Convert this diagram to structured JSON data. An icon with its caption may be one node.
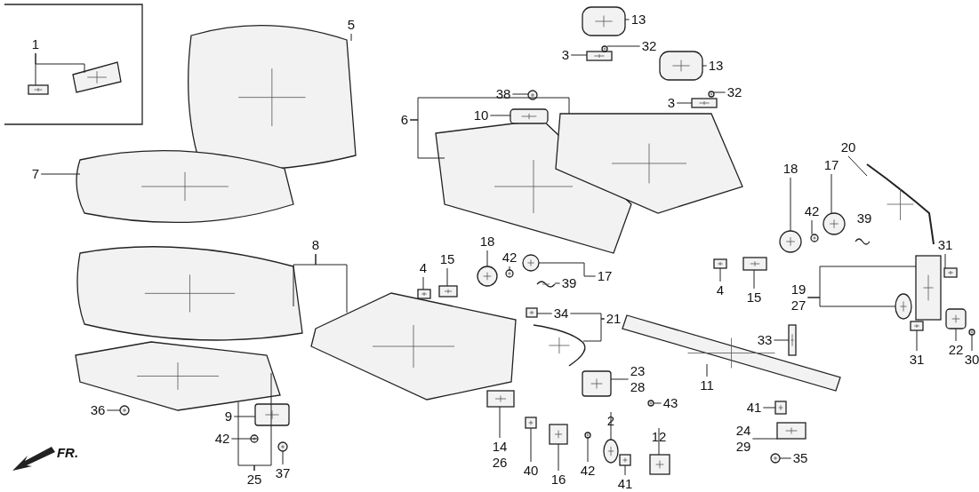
{
  "diagram": {
    "nodes": [
      {
        "text": [
          "1"
        ]
      },
      {
        "text": [
          "5"
        ]
      },
      {
        "text": [
          "7"
        ]
      },
      {
        "text": [
          "6"
        ]
      },
      {
        "text": [
          "13"
        ]
      },
      {
        "text": [
          "32"
        ]
      },
      {
        "text": [
          "3"
        ]
      },
      {
        "text": [
          "13"
        ]
      },
      {
        "text": [
          "32"
        ]
      },
      {
        "text": [
          "3"
        ]
      },
      {
        "text": [
          "38"
        ]
      },
      {
        "text": [
          "10"
        ]
      },
      {
        "text": [
          "20"
        ]
      },
      {
        "text": [
          "18"
        ]
      },
      {
        "text": [
          "17"
        ]
      },
      {
        "text": [
          "42"
        ]
      },
      {
        "text": [
          "8"
        ]
      },
      {
        "text": [
          "4"
        ]
      },
      {
        "text": [
          "15"
        ]
      },
      {
        "text": [
          "18"
        ]
      },
      {
        "text": [
          "42"
        ]
      },
      {
        "text": [
          "17"
        ]
      },
      {
        "text": [
          "39"
        ]
      },
      {
        "text": [
          "34"
        ]
      },
      {
        "text": [
          "21"
        ]
      },
      {
        "text": [
          "4"
        ]
      },
      {
        "text": [
          "15"
        ]
      },
      {
        "text": [
          "31"
        ]
      },
      {
        "text": [
          "19",
          "27"
        ]
      },
      {
        "text": [
          "31"
        ]
      },
      {
        "text": [
          "22"
        ]
      },
      {
        "text": [
          "30"
        ]
      },
      {
        "text": [
          "33"
        ]
      },
      {
        "text": [
          "11"
        ]
      },
      {
        "text": [
          "23",
          "28"
        ]
      },
      {
        "text": [
          "43"
        ]
      },
      {
        "text": [
          "41"
        ]
      },
      {
        "text": [
          "24",
          "29"
        ]
      },
      {
        "text": [
          "35"
        ]
      },
      {
        "text": [
          "9"
        ]
      },
      {
        "text": [
          "42"
        ]
      },
      {
        "text": [
          "36"
        ]
      },
      {
        "text": [
          "37"
        ]
      },
      {
        "text": [
          "25"
        ]
      },
      {
        "text": [
          "14",
          "26"
        ]
      },
      {
        "text": [
          "40"
        ]
      },
      {
        "text": [
          "16"
        ]
      },
      {
        "text": [
          "42"
        ]
      },
      {
        "text": [
          "2"
        ]
      },
      {
        "text": [
          "41"
        ]
      },
      {
        "text": [
          "12"
        ]
      },
      {
        "text": [],
        "shape": "picture"
      },
      {
        "text": [],
        "shape": "picture"
      },
      {
        "text": [],
        "shape": "picture"
      },
      {
        "text": [],
        "shape": "picture"
      },
      {
        "text": [],
        "shape": "picture"
      },
      {
        "text": [],
        "shape": "picture"
      },
      {
        "text": [],
        "shape": "picture"
      },
      {
        "text": [],
        "shape": "picture"
      },
      {
        "text": [],
        "shape": "picture"
      },
      {
        "text": [],
        "shape": "picture"
      },
      {
        "text": [],
        "shape": "picture"
      },
      {
        "text": [],
        "shape": "picture"
      },
      {
        "text": [],
        "shape": "picture"
      },
      {
        "text": [],
        "shape": "picture"
      },
      {
        "text": [],
        "shape": "picture"
      },
      {
        "text": [],
        "shape": "picture"
      },
      {
        "text": [],
        "shape": "picture"
      },
      {
        "text": [],
        "shape": "picture"
      },
      {
        "text": [],
        "shape": "picture"
      },
      {
        "text": [],
        "shape": "picture"
      },
      {
        "text": [],
        "shape": "picture"
      },
      {
        "text": [],
        "shape": "picture"
      },
      {
        "text": [],
        "shape": "picture"
      },
      {
        "text": [],
        "shape": "picture"
      },
      {
        "text": [],
        "shape": "picture"
      },
      {
        "text": [],
        "shape": "picture"
      },
      {
        "text": [],
        "shape": "picture"
      },
      {
        "text": [],
        "shape": "picture"
      },
      {
        "text": [],
        "shape": "picture"
      },
      {
        "text": [],
        "shape": "picture"
      },
      {
        "text": [],
        "shape": "picture"
      },
      {
        "text": [],
        "shape": "picture"
      },
      {
        "text": [],
        "shape": "picture"
      },
      {
        "text": [],
        "shape": "picture"
      },
      {
        "text": [],
        "shape": "picture"
      },
      {
        "text": [],
        "shape": "picture"
      },
      {
        "text": [],
        "shape": "picture"
      },
      {
        "text": [],
        "shape": "picture"
      },
      {
        "text": [],
        "shape": "picture"
      },
      {
        "text": [],
        "shape": "picture"
      },
      {
        "text": [],
        "shape": "picture"
      },
      {
        "text": [],
        "shape": "picture"
      },
      {
        "text": [],
        "shape": "picture"
      },
      {
        "text": [],
        "shape": "picture"
      },
      {
        "text": [],
        "shape": "picture"
      },
      {
        "text": [],
        "shape": "picture"
      },
      {
        "text": [],
        "shape": "picture"
      },
      {
        "text": [],
        "shape": "picture"
      },
      {
        "text": [],
        "shape": "picture"
      },
      {
        "text": [],
        "shape": "picture"
      },
      {
        "text": [],
        "shape": "picture"
      },
      {
        "text": [],
        "shape": "picture"
      },
      {
        "text": [],
        "shape": "picture"
      },
      {
        "text": [],
        "shape": "picture"
      },
      {
        "text": [],
        "shape": "picture"
      }
    ],
    "edges": [
      {
        "from": 0,
        "to": 51,
        "arrow": "none"
      },
      {
        "from": 0,
        "to": 52,
        "arrow": "none"
      },
      {
        "from": 1,
        "to": 53,
        "arrow": "none"
      },
      {
        "from": 2,
        "to": 54,
        "arrow": "none"
      },
      {
        "from": 3,
        "to": 58,
        "arrow": "none"
      },
      {
        "from": 3,
        "to": 57,
        "arrow": "none"
      },
      {
        "from": 4,
        "to": 59,
        "arrow": "none"
      },
      {
        "from": 5,
        "to": 63,
        "arrow": "none"
      },
      {
        "from": 6,
        "to": 61,
        "arrow": "none"
      },
      {
        "from": 7,
        "to": 60,
        "arrow": "none"
      },
      {
        "from": 8,
        "to": 64,
        "arrow": "none"
      },
      {
        "from": 9,
        "to": 62,
        "arrow": "none"
      },
      {
        "from": 10,
        "to": 65,
        "arrow": "none"
      },
      {
        "from": 11,
        "to": 66,
        "arrow": "none"
      },
      {
        "from": 12,
        "to": 67,
        "arrow": "none"
      },
      {
        "from": 13,
        "to": 68,
        "arrow": "none"
      },
      {
        "from": 14,
        "to": 69,
        "arrow": "none"
      },
      {
        "from": 15,
        "to": 70,
        "arrow": "none"
      },
      {
        "from": 16,
        "to": 55,
        "arrow": "none"
      },
      {
        "from": 16,
        "to": 71,
        "arrow": "none"
      },
      {
        "from": 17,
        "to": 72,
        "arrow": "none"
      },
      {
        "from": 18,
        "to": 73,
        "arrow": "none"
      },
      {
        "from": 19,
        "to": 74,
        "arrow": "none"
      },
      {
        "from": 20,
        "to": 75,
        "arrow": "none"
      },
      {
        "from": 21,
        "to": 76,
        "arrow": "none"
      },
      {
        "from": 22,
        "to": 77,
        "arrow": "none"
      },
      {
        "from": 23,
        "to": 79,
        "arrow": "none"
      },
      {
        "from": 24,
        "to": 23,
        "arrow": "none"
      },
      {
        "from": 24,
        "to": 78,
        "arrow": "none"
      },
      {
        "from": 25,
        "to": 80,
        "arrow": "none"
      },
      {
        "from": 26,
        "to": 81,
        "arrow": "none"
      },
      {
        "from": 27,
        "to": 82,
        "arrow": "none"
      },
      {
        "from": 28,
        "to": 83,
        "arrow": "none"
      },
      {
        "from": 28,
        "to": 105,
        "arrow": "none"
      },
      {
        "from": 29,
        "to": 84,
        "arrow": "none"
      },
      {
        "from": 30,
        "to": 85,
        "arrow": "none"
      },
      {
        "from": 31,
        "to": 86,
        "arrow": "none"
      },
      {
        "from": 32,
        "to": 87,
        "arrow": "none"
      },
      {
        "from": 33,
        "to": 88,
        "arrow": "none"
      },
      {
        "from": 34,
        "to": 89,
        "arrow": "none"
      },
      {
        "from": 35,
        "to": 90,
        "arrow": "none"
      },
      {
        "from": 36,
        "to": 91,
        "arrow": "none"
      },
      {
        "from": 37,
        "to": 92,
        "arrow": "none"
      },
      {
        "from": 38,
        "to": 93,
        "arrow": "none"
      },
      {
        "from": 39,
        "to": 94,
        "arrow": "none"
      },
      {
        "from": 40,
        "to": 95,
        "arrow": "none"
      },
      {
        "from": 41,
        "to": 96,
        "arrow": "none"
      },
      {
        "from": 42,
        "to": 97,
        "arrow": "none"
      },
      {
        "from": 43,
        "to": 56,
        "arrow": "none"
      },
      {
        "from": 43,
        "to": 56,
        "arrow": "none"
      },
      {
        "from": 44,
        "to": 98,
        "arrow": "none"
      },
      {
        "from": 45,
        "to": 99,
        "arrow": "none"
      },
      {
        "from": 46,
        "to": 100,
        "arrow": "none"
      },
      {
        "from": 47,
        "to": 101,
        "arrow": "none"
      },
      {
        "from": 48,
        "to": 102,
        "arrow": "none"
      },
      {
        "from": 49,
        "to": 103,
        "arrow": "none"
      },
      {
        "from": 50,
        "to": 104,
        "arrow": "none"
      }
    ],
    "labels": [
      "39",
      "FR."
    ]
  }
}
